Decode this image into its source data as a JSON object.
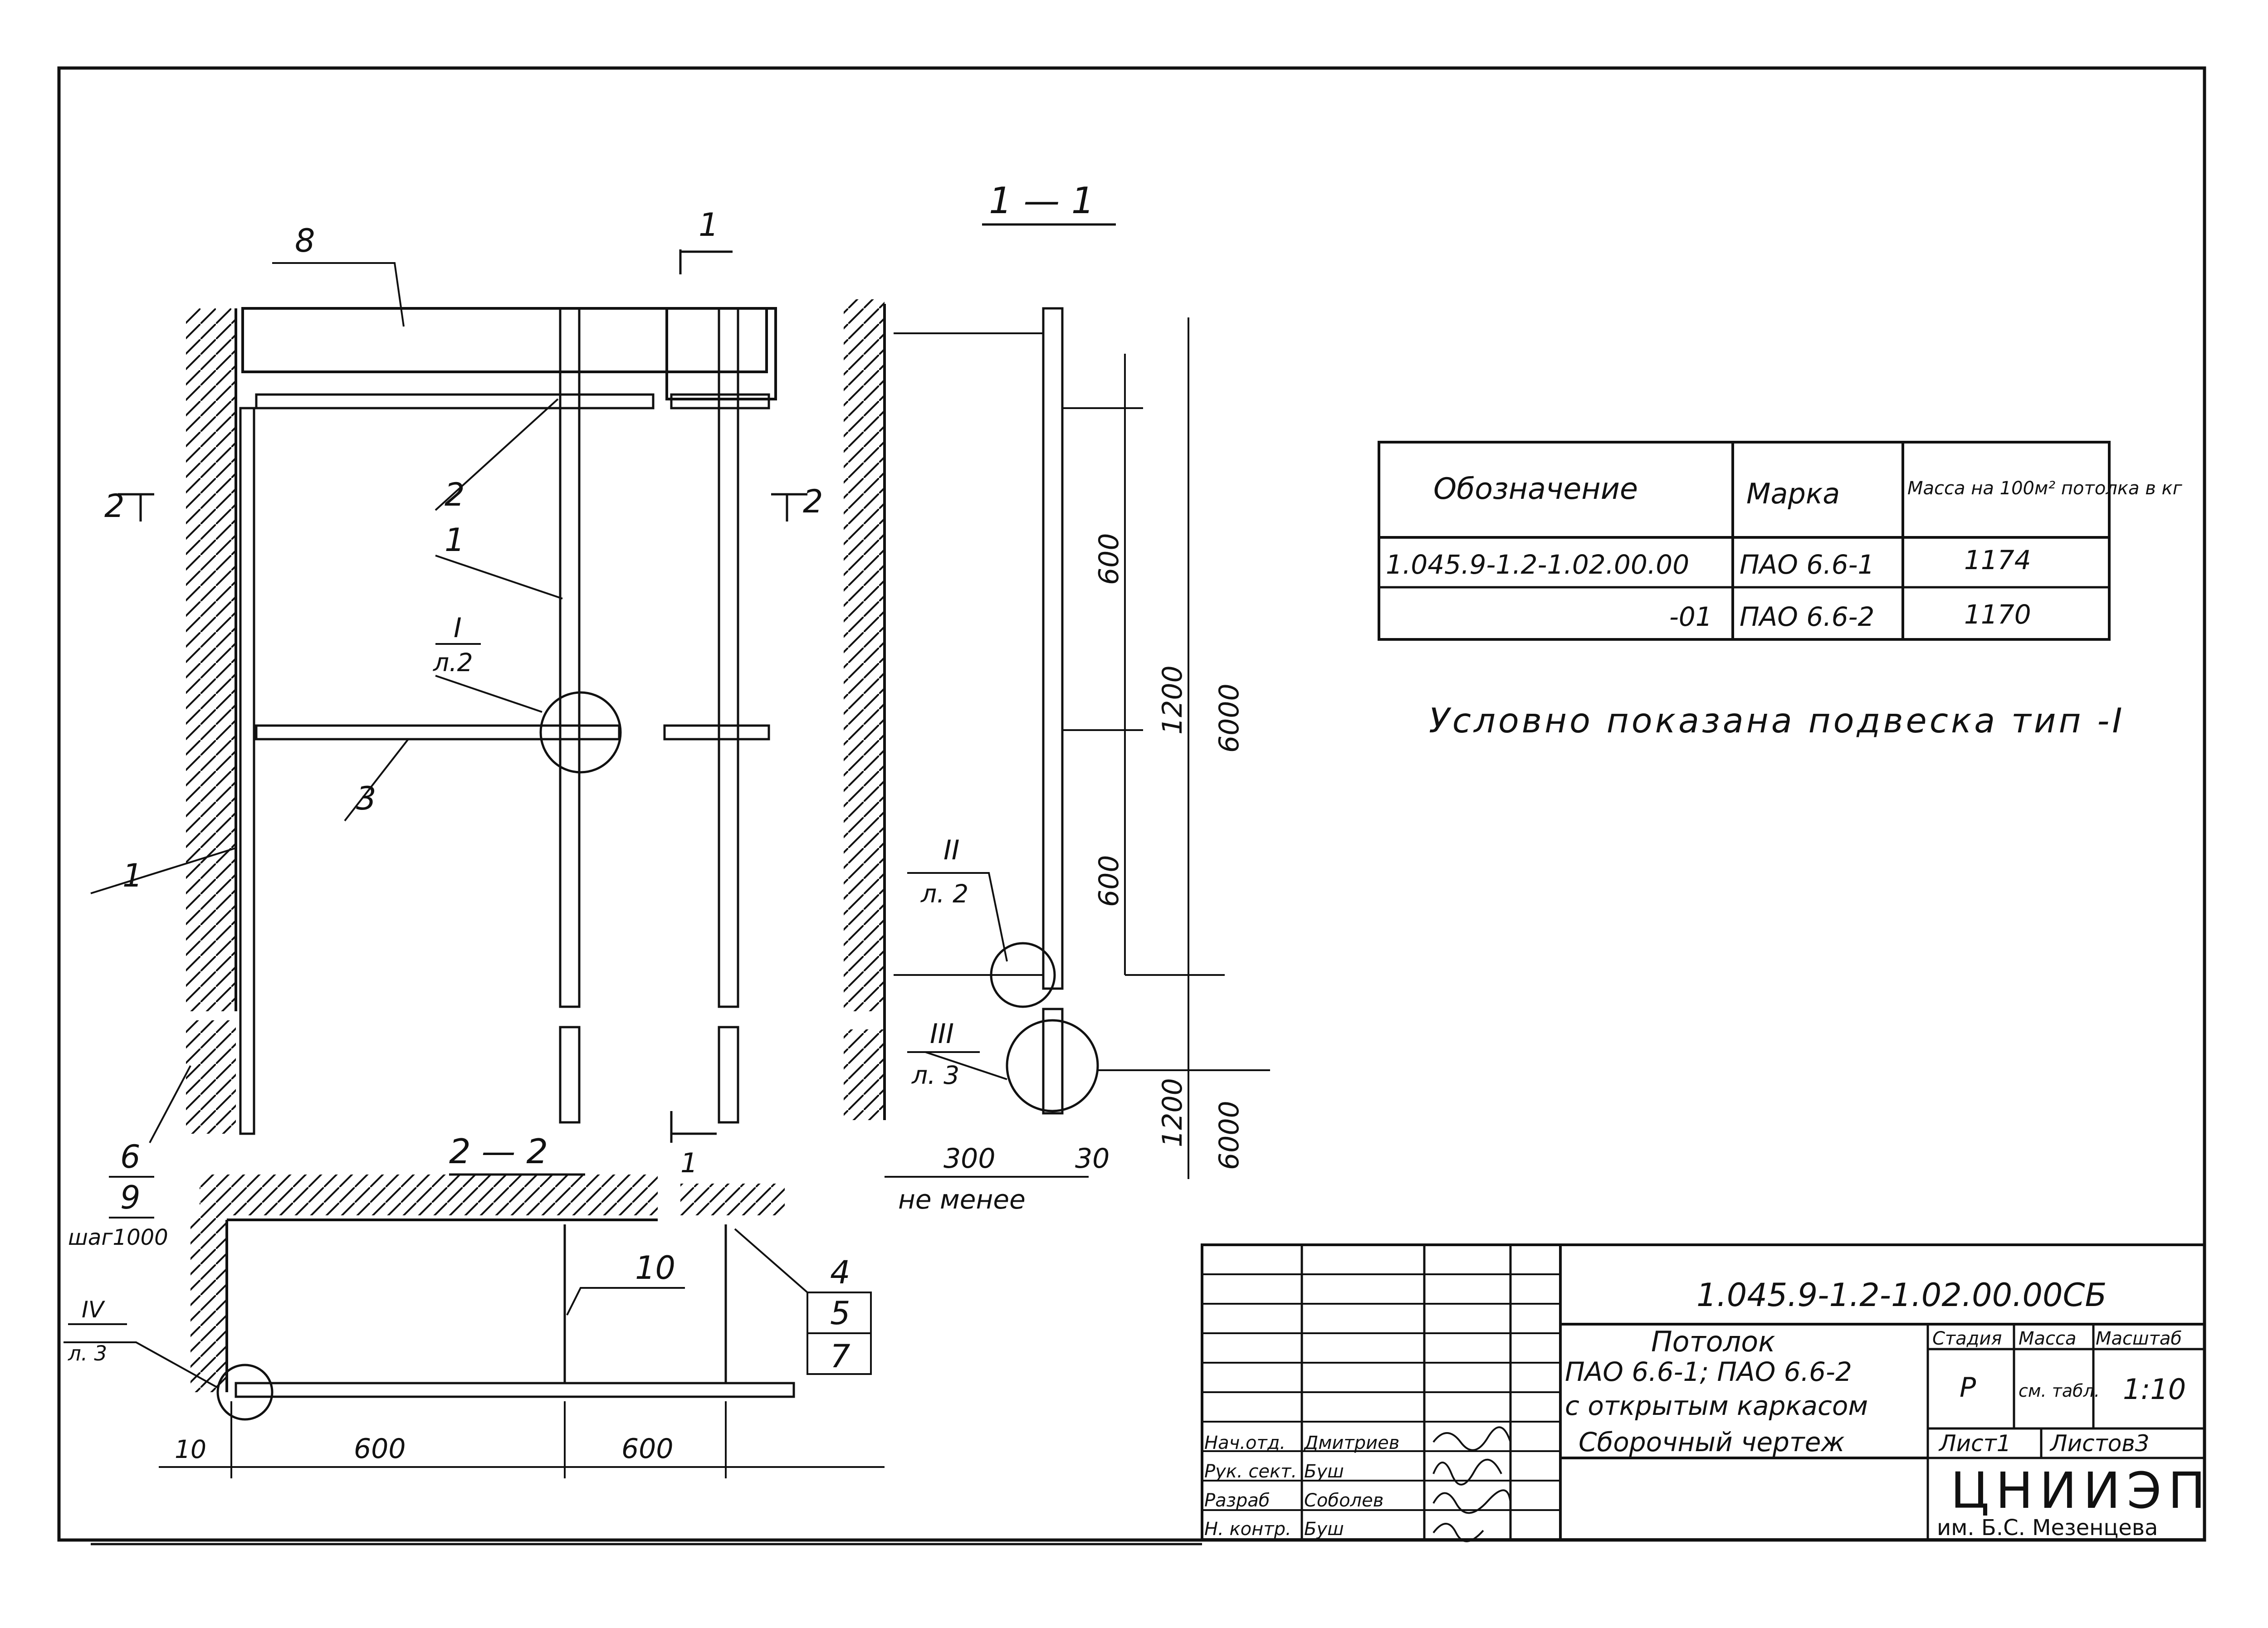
{
  "drawing": {
    "callouts": {
      "c1": "1",
      "c2": "2",
      "c3": "3",
      "c8": "8",
      "c10": "10",
      "c6": "6",
      "c9": "9",
      "c6_note": "шаг1000",
      "c4": "4",
      "c5": "5",
      "c7": "7"
    },
    "section_marks": {
      "s1_top": "1",
      "s1_bottom": "1",
      "s2_left": "2",
      "s2_right": "2"
    },
    "section_titles": {
      "s11": "1 — 1",
      "s22": "2 — 2"
    },
    "detail_refs": {
      "I": {
        "num": "I",
        "sheet": "л.2"
      },
      "II": {
        "num": "II",
        "sheet": "л. 2"
      },
      "III": {
        "num": "III",
        "sheet": "л. 3"
      },
      "IV": {
        "num": "IV",
        "sheet": "л. 3"
      }
    },
    "dimensions": {
      "d600_upper": "600",
      "d600_lower": "600",
      "d1200": "1200",
      "d6000": "6000",
      "d1200_b": "1200",
      "d6000_b": "6000",
      "d300": "300",
      "d300_note": "не менее",
      "d30": "30",
      "d10": "10",
      "d600_a": "600",
      "d600_b": "600"
    }
  },
  "spec_table": {
    "headers": [
      "Обозначение",
      "Марка",
      "Масса на 100м² потолка в кг"
    ],
    "rows": [
      [
        "1.045.9-1.2-1.02.00.00",
        "ПАО 6.6-1",
        "1174"
      ],
      [
        "-01",
        "ПАО 6.6-2",
        "1170"
      ]
    ]
  },
  "note": "Условно показана подвеска тип -I",
  "title_block": {
    "code": "1.045.9-1.2-1.02.00.00СБ",
    "title_lines": [
      "Потолок",
      "ПАО 6.6-1; ПАО 6.6-2",
      "с открытым каркасом",
      "Сборочный чертеж"
    ],
    "stage_header": "Стадия",
    "mass_header": "Масса",
    "scale_header": "Масштаб",
    "stage": "Р",
    "mass": "см. табл.",
    "scale": "1:10",
    "sheet": "Лист1",
    "sheets": "Листов3",
    "org": "ЦНИИЭП",
    "org_sub": "им. Б.С. Мезенцева",
    "staff": [
      {
        "role": "Нач.отд.",
        "name": "Дмитриев"
      },
      {
        "role": "Рук. сект.",
        "name": "Буш"
      },
      {
        "role": "Разраб",
        "name": "Соболев"
      },
      {
        "role": "Н. контр.",
        "name": "Буш"
      }
    ]
  }
}
